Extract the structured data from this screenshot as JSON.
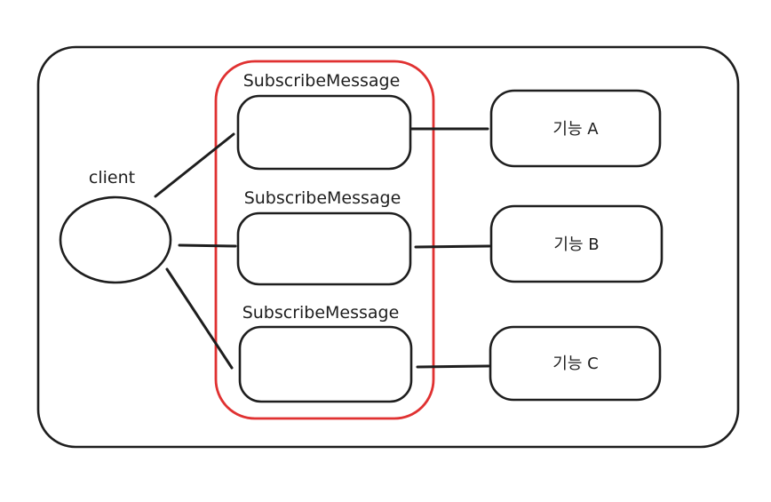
{
  "diagram": {
    "client": {
      "label": "client"
    },
    "subscribe_group": {
      "boxes": [
        {
          "label": "SubscribeMessage"
        },
        {
          "label": "SubscribeMessage"
        },
        {
          "label": "SubscribeMessage"
        }
      ]
    },
    "functions": [
      {
        "label": "기능 A"
      },
      {
        "label": "기능 B"
      },
      {
        "label": "기능 C"
      }
    ],
    "colors": {
      "stroke": "#1e1e1e",
      "group_border": "#e03131",
      "background": "#ffffff"
    }
  }
}
